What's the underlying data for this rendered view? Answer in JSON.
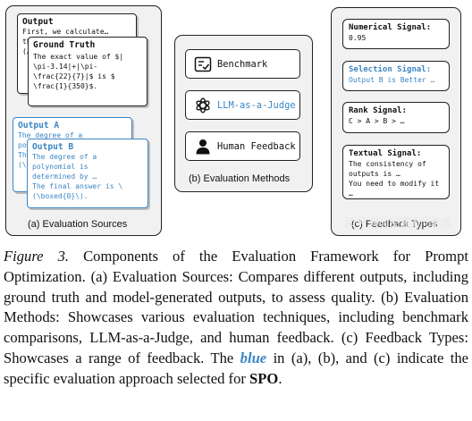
{
  "figure": {
    "panel_a": {
      "label": "(a) Evaluation Sources",
      "output_card": {
        "title": "Output",
        "text": "First, we calculate…\nthe value of $\\pi$\n(…)"
      },
      "ground_truth_card": {
        "title": "Ground Truth",
        "text": "The exact value of $|\n\\pi-3.14|+|\\pi-\n\\frac{22}{7}|$ is $\n\\frac{1}{350}$."
      },
      "output_a_card": {
        "title": "Output A",
        "text": "The degree of a\npolynomial is\nThe final …\n(\\boxed{0}\\)"
      },
      "output_b_card": {
        "title": "Output B",
        "text": "The degree of a\npolynomial is\ndetermined by …\nThe final answer is \\\n(\\boxed{0}\\)."
      }
    },
    "panel_b": {
      "label": "(b) Evaluation Methods",
      "methods": [
        {
          "label": "Benchmark",
          "icon": "benchmark-icon",
          "selected": false
        },
        {
          "label": "LLM-as-a-Judge",
          "icon": "openai-icon",
          "selected": true
        },
        {
          "label": "Human Feedback",
          "icon": "person-icon",
          "selected": false
        }
      ]
    },
    "panel_c": {
      "label": "(c) Feedback Types",
      "signals": [
        {
          "title": "Numerical Signal:",
          "value": "0.95",
          "selected": false
        },
        {
          "title": "Selection Signal:",
          "value": "Output B is Better …",
          "selected": true
        },
        {
          "title": "Rank Signal:",
          "value": "C > A > B > …",
          "selected": false
        },
        {
          "title": "Textual Signal:",
          "value": "The consistency of\noutputs is …\nYou need to modify it\n…",
          "selected": false
        }
      ]
    },
    "colors": {
      "highlight": "#3b86c4",
      "panel_bg": "#f1f1f1"
    }
  },
  "caption": {
    "figure_label": "Figure 3.",
    "part1": " Components of the Evaluation Framework for Prompt Optimization. (a) Evaluation Sources: Compares different outputs, including ground truth and model-generated outputs, to assess quality. (b) Evaluation Methods: Showcases various evaluation techniques, including benchmark comparisons, LLM-as-a-Judge, and human feedback. (c) Feedback Types: Showcases a range of feedback. The ",
    "blue_word": "blue",
    "part2": " in (a), (b), and (c) indicate the specific evaluation approach selected for ",
    "bold_word": "SPO",
    "end": "."
  },
  "watermark": "知乎 @时空猫的问答盒"
}
